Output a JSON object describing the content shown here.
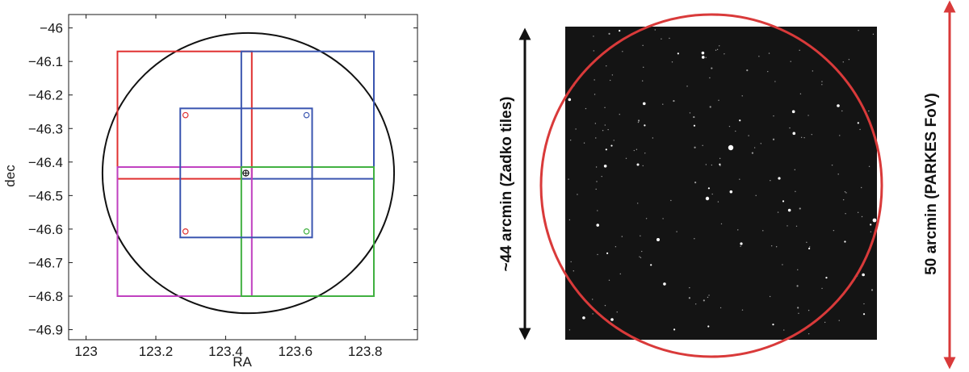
{
  "chart_data": {
    "type": "scatter",
    "title": "",
    "xlabel": "RA",
    "ylabel": "dec",
    "xlim": [
      122.95,
      123.95
    ],
    "ylim": [
      -46.93,
      -45.96
    ],
    "xticks": [
      123,
      123.2,
      123.4,
      123.6,
      123.8
    ],
    "xtick_labels": [
      "123",
      "123.2",
      "123.4",
      "123.6",
      "123.8"
    ],
    "yticks": [
      -46,
      -46.1,
      -46.2,
      -46.3,
      -46.4,
      -46.5,
      -46.6,
      -46.7,
      -46.8,
      -46.9
    ],
    "ytick_labels": [
      "−46",
      "−46.1",
      "−46.2",
      "−46.3",
      "−46.4",
      "−46.5",
      "−46.6",
      "−46.7",
      "−46.8",
      "−46.9"
    ],
    "grid": false,
    "circle": {
      "center": [
        123.465,
        -46.433
      ],
      "radius_deg": 0.418,
      "color": "#111111"
    },
    "rectangles": [
      {
        "color": "#e03030",
        "ra": [
          123.09,
          123.475
        ],
        "dec": [
          -46.45,
          -46.07
        ]
      },
      {
        "color": "#3a55b0",
        "ra": [
          123.445,
          123.825
        ],
        "dec": [
          -46.45,
          -46.07
        ]
      },
      {
        "color": "#c040c0",
        "ra": [
          123.09,
          123.475
        ],
        "dec": [
          -46.8,
          -46.415
        ]
      },
      {
        "color": "#40b040",
        "ra": [
          123.445,
          123.825
        ],
        "dec": [
          -46.8,
          -46.415
        ]
      },
      {
        "color": "#3a55b0",
        "ra": [
          123.27,
          123.648
        ],
        "dec": [
          -46.625,
          -46.24
        ]
      }
    ],
    "markers": [
      {
        "ra": 123.285,
        "dec": -46.26,
        "color": "#e03030"
      },
      {
        "ra": 123.632,
        "dec": -46.26,
        "color": "#3a55b0"
      },
      {
        "ra": 123.285,
        "dec": -46.607,
        "color": "#e03030"
      },
      {
        "ra": 123.632,
        "dec": -46.607,
        "color": "#40b040"
      }
    ],
    "center_marker": {
      "ra": 123.458,
      "dec": -46.433,
      "symbol": "⊕",
      "color": "#111111"
    }
  },
  "fov_figure": {
    "background": "#141414",
    "circle_color": "#d93a3a",
    "left_arrow": {
      "label": "~44 arcmin (Zadko tiles)",
      "color": "#111111"
    },
    "right_arrow": {
      "label": "50 arcmin (PARKES FoV)",
      "color": "#d93a3a"
    }
  }
}
